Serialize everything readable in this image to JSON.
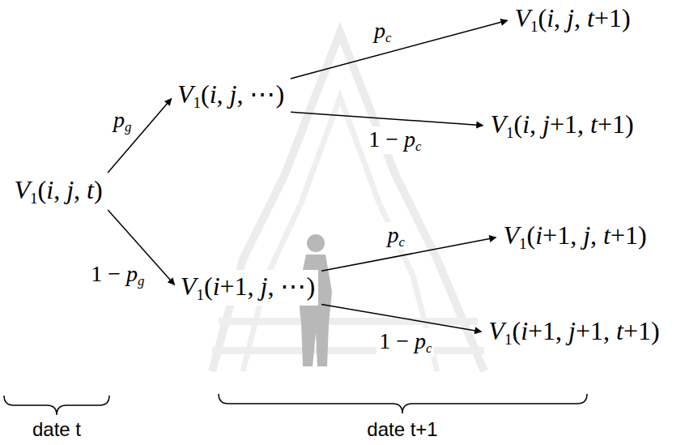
{
  "diagram": {
    "nodes": [
      {
        "text": [
          "V1(i, j, t)"
        ]
      },
      {
        "text": [
          "V1(i, j, ⋯)"
        ]
      },
      {
        "text": [
          "V1(i+1, j, ⋯)"
        ]
      },
      {
        "text": [
          "V1(i, j, t+1)"
        ]
      },
      {
        "text": [
          "V1(i, j+1, t+1)"
        ]
      },
      {
        "text": [
          "V1(i+1, j, t+1)"
        ]
      },
      {
        "text": [
          "V1(i+1, j+1, t+1)"
        ]
      }
    ],
    "edges": [
      {
        "from": 0,
        "to": 1,
        "arrow": "to",
        "label": "pg"
      },
      {
        "from": 0,
        "to": 2,
        "arrow": "to",
        "label": "1 − pg"
      },
      {
        "from": 1,
        "to": 3,
        "arrow": "to",
        "label": "pc"
      },
      {
        "from": 1,
        "to": 4,
        "arrow": "to",
        "label": "1 − pc"
      },
      {
        "from": 2,
        "to": 5,
        "arrow": "to",
        "label": "pc"
      },
      {
        "from": 2,
        "to": 6,
        "arrow": "to",
        "label": "1 − pc"
      }
    ],
    "labels": [
      "date t",
      "date t+1"
    ]
  }
}
